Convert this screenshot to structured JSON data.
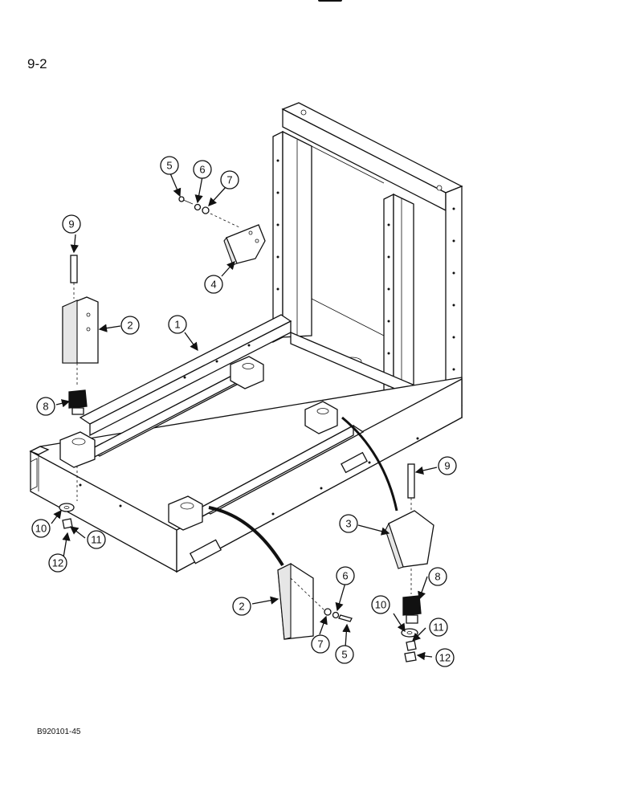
{
  "page_number": "9-2",
  "figure_id": "B920101-45",
  "callouts": [
    "1",
    "2",
    "2",
    "3",
    "4",
    "5",
    "5",
    "6",
    "6",
    "7",
    "7",
    "8",
    "8",
    "9",
    "9",
    "10",
    "10",
    "11",
    "11",
    "12",
    "12"
  ]
}
